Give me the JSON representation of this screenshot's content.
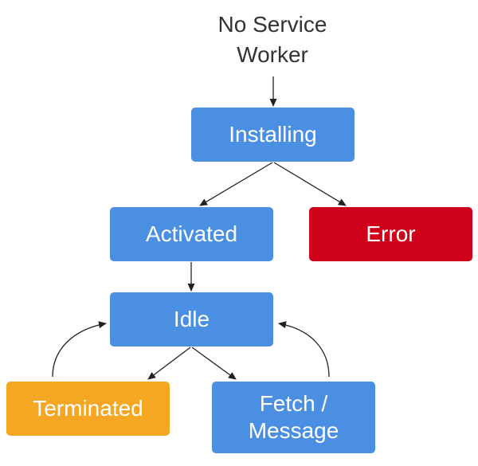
{
  "title": {
    "line1": "No Service",
    "line2": "Worker"
  },
  "nodes": {
    "installing": {
      "label": "Installing",
      "color": "#4a8fe2"
    },
    "activated": {
      "label": "Activated",
      "color": "#4a8fe2"
    },
    "error": {
      "label": "Error",
      "color": "#d0021b"
    },
    "idle": {
      "label": "Idle",
      "color": "#4a8fe2"
    },
    "terminated": {
      "label": "Terminated",
      "color": "#f5a623"
    },
    "fetch": {
      "line1": "Fetch /",
      "line2": "Message",
      "color": "#4a8fe2"
    }
  },
  "edges": [
    {
      "from": "no-service-worker",
      "to": "installing"
    },
    {
      "from": "installing",
      "to": "activated"
    },
    {
      "from": "installing",
      "to": "error"
    },
    {
      "from": "activated",
      "to": "idle"
    },
    {
      "from": "idle",
      "to": "terminated"
    },
    {
      "from": "idle",
      "to": "fetch"
    },
    {
      "from": "terminated",
      "to": "idle"
    },
    {
      "from": "fetch",
      "to": "idle"
    }
  ]
}
